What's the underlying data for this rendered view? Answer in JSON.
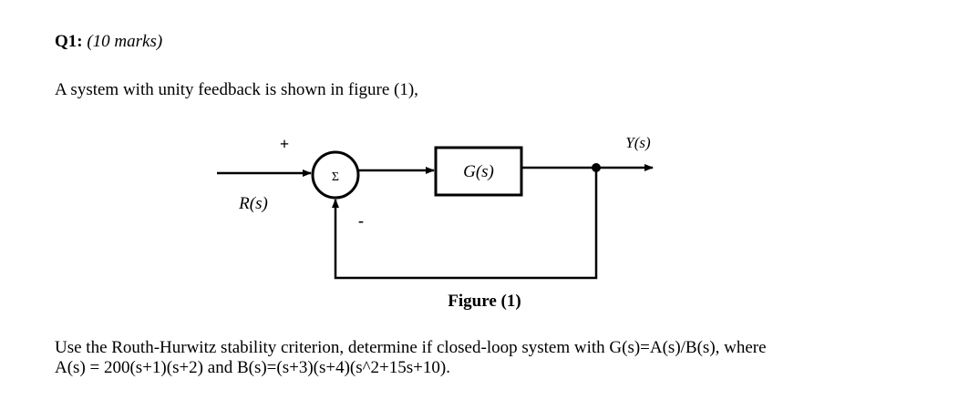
{
  "question": {
    "number": "Q1:",
    "marks": "(10 marks)"
  },
  "intro": "A system with unity feedback is shown in figure (1),",
  "diagram": {
    "input_label": "R(s)",
    "output_label": "Y(s)",
    "plus_sign": "+",
    "minus_sign": "-",
    "sum_symbol": "Σ",
    "block_label": "G(s)",
    "caption": "Figure (1)"
  },
  "body": {
    "line1": "Use the Routh-Hurwitz stability criterion, determine if closed-loop system with G(s)=A(s)/B(s), where",
    "line2": "A(s) = 200(s+1)(s+2) and B(s)=(s+3)(s+4)(s^2+15s+10)."
  }
}
